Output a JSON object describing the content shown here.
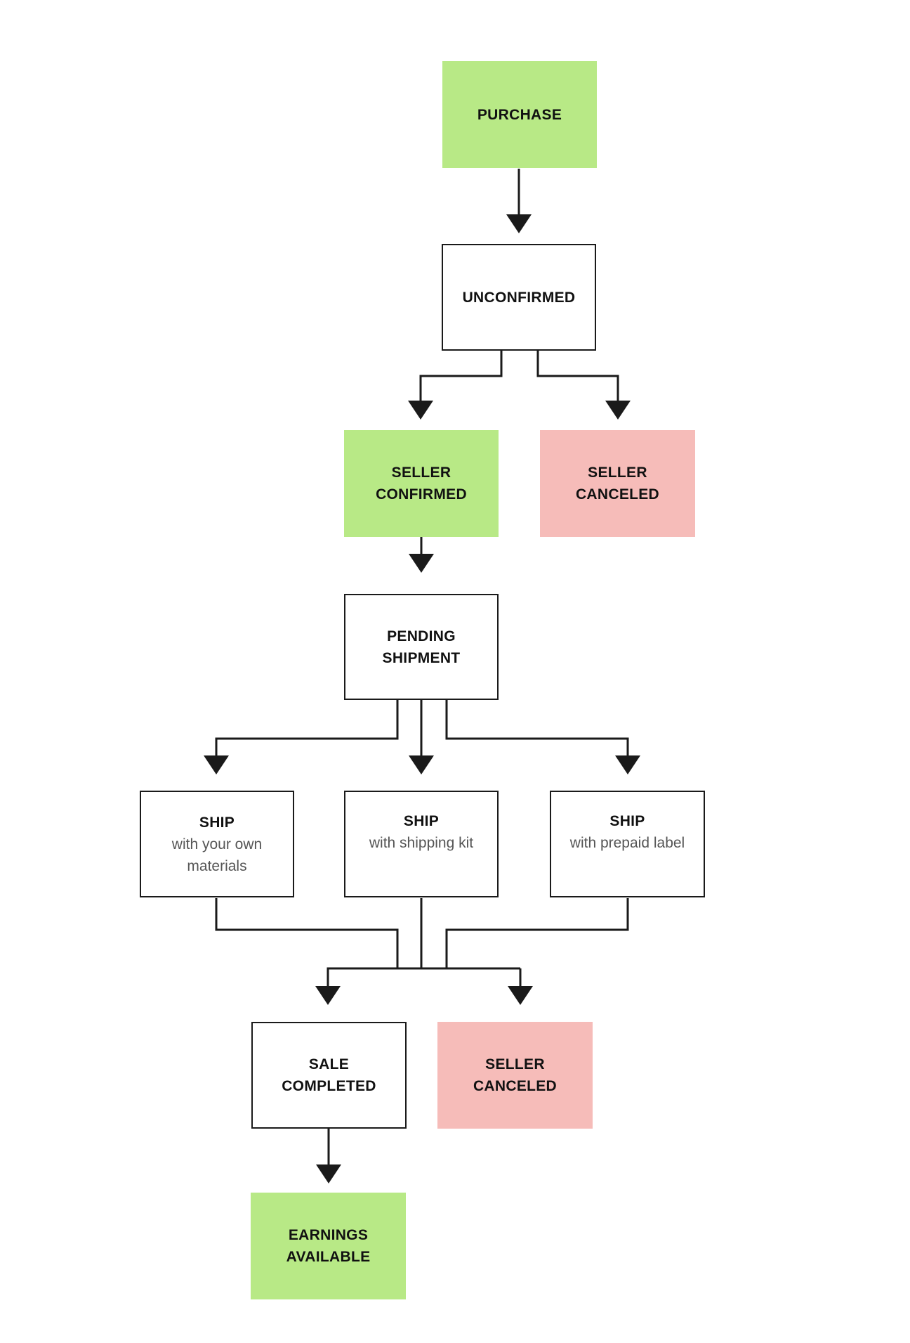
{
  "colors": {
    "success": "#b8e986",
    "cancel": "#f6bcb9",
    "outline": "#1a1a1a",
    "subtext": "#555555"
  },
  "nodes": {
    "purchase": {
      "title": "PURCHASE"
    },
    "unconfirmed": {
      "title": "UNCONFIRMED"
    },
    "seller_confirmed": {
      "title": "SELLER\nCONFIRMED"
    },
    "seller_canceled_1": {
      "title": "SELLER\nCANCELED"
    },
    "pending_shipment": {
      "title": "PENDING\nSHIPMENT"
    },
    "ship_own": {
      "title": "SHIP",
      "subtitle": "with your own\nmaterials"
    },
    "ship_kit": {
      "title": "SHIP",
      "subtitle": "with shipping kit"
    },
    "ship_prepaid": {
      "title": "SHIP",
      "subtitle": "with prepaid label"
    },
    "sale_completed": {
      "title": "SALE\nCOMPLETED"
    },
    "seller_canceled_2": {
      "title": "SELLER\nCANCELED"
    },
    "earnings_available": {
      "title": "EARNINGS\nAVAILABLE"
    }
  },
  "edges": [
    {
      "from": "purchase",
      "to": "unconfirmed"
    },
    {
      "from": "unconfirmed",
      "to": "seller_confirmed"
    },
    {
      "from": "unconfirmed",
      "to": "seller_canceled_1"
    },
    {
      "from": "seller_confirmed",
      "to": "pending_shipment"
    },
    {
      "from": "pending_shipment",
      "to": "ship_own"
    },
    {
      "from": "pending_shipment",
      "to": "ship_kit"
    },
    {
      "from": "pending_shipment",
      "to": "ship_prepaid"
    },
    {
      "from": "ship_own",
      "to": "sale_completed"
    },
    {
      "from": "ship_kit",
      "to": "sale_completed"
    },
    {
      "from": "ship_prepaid",
      "to": "sale_completed"
    },
    {
      "from": "ship_own",
      "to": "seller_canceled_2"
    },
    {
      "from": "ship_kit",
      "to": "seller_canceled_2"
    },
    {
      "from": "ship_prepaid",
      "to": "seller_canceled_2"
    },
    {
      "from": "sale_completed",
      "to": "earnings_available"
    }
  ]
}
